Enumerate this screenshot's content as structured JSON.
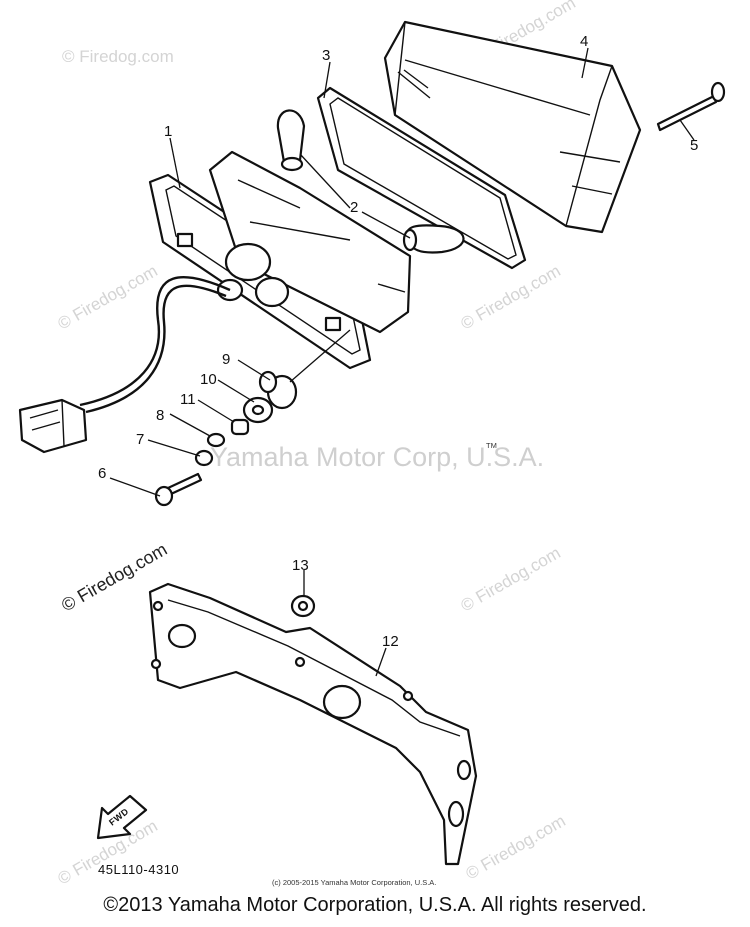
{
  "callouts": [
    {
      "id": "1",
      "label": "1"
    },
    {
      "id": "2",
      "label": "2"
    },
    {
      "id": "3",
      "label": "3"
    },
    {
      "id": "4",
      "label": "4"
    },
    {
      "id": "5",
      "label": "5"
    },
    {
      "id": "6",
      "label": "6"
    },
    {
      "id": "7",
      "label": "7"
    },
    {
      "id": "8",
      "label": "8"
    },
    {
      "id": "9",
      "label": "9"
    },
    {
      "id": "10",
      "label": "10"
    },
    {
      "id": "11",
      "label": "11"
    },
    {
      "id": "12",
      "label": "12"
    },
    {
      "id": "13",
      "label": "13"
    }
  ],
  "watermarks": {
    "firedog": "© Firedog.com",
    "yamaha": "Yamaha Motor Corp, U.S.A.",
    "tm": "TM"
  },
  "diagram_code": "45L110-4310",
  "fwd_label": "FWD",
  "small_copyright": "(c) 2005-2015 Yamaha Motor Corporation, U.S.A.",
  "footer": "©2013 Yamaha Motor Corporation, U.S.A. All rights reserved."
}
